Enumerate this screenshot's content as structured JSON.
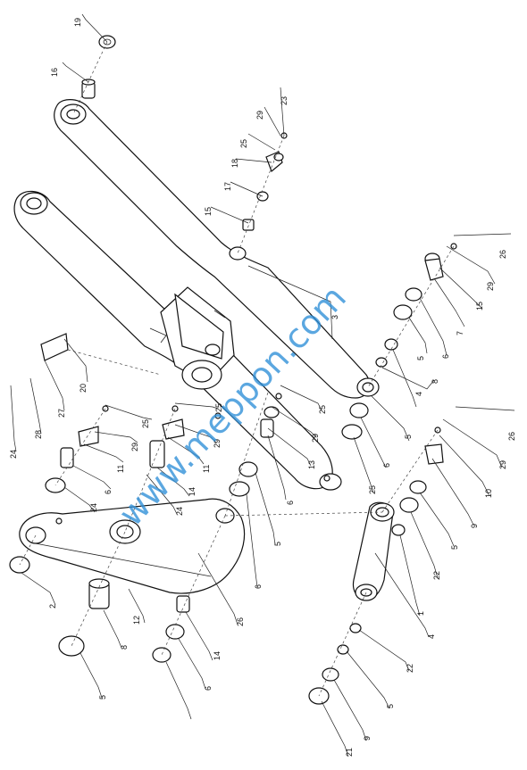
{
  "watermark": "www.meppon.com",
  "callouts": [
    {
      "id": "19",
      "text": "19"
    },
    {
      "id": "16a",
      "text": "16"
    },
    {
      "id": "23",
      "text": "23"
    },
    {
      "id": "29a",
      "text": "29"
    },
    {
      "id": "25a",
      "text": "25"
    },
    {
      "id": "18",
      "text": "18"
    },
    {
      "id": "17",
      "text": "17"
    },
    {
      "id": "15a",
      "text": "15"
    },
    {
      "id": "3",
      "text": "3"
    },
    {
      "id": "26a",
      "text": "26"
    },
    {
      "id": "29b",
      "text": "29"
    },
    {
      "id": "15b",
      "text": "15"
    },
    {
      "id": "7",
      "text": "7"
    },
    {
      "id": "6a",
      "text": "6"
    },
    {
      "id": "5a",
      "text": "5"
    },
    {
      "id": "4a",
      "text": "4"
    },
    {
      "id": "8a",
      "text": "8"
    },
    {
      "id": "5b",
      "text": "5"
    },
    {
      "id": "6b",
      "text": "6"
    },
    {
      "id": "25b",
      "text": "25"
    },
    {
      "id": "26b",
      "text": "26"
    },
    {
      "id": "29c",
      "text": "29"
    },
    {
      "id": "10",
      "text": "10"
    },
    {
      "id": "9a",
      "text": "9"
    },
    {
      "id": "5c",
      "text": "5"
    },
    {
      "id": "22a",
      "text": "22"
    },
    {
      "id": "1",
      "text": "1"
    },
    {
      "id": "4b",
      "text": "4"
    },
    {
      "id": "22b",
      "text": "22"
    },
    {
      "id": "5d",
      "text": "5"
    },
    {
      "id": "9b",
      "text": "9"
    },
    {
      "id": "21",
      "text": "21"
    },
    {
      "id": "20",
      "text": "20"
    },
    {
      "id": "27",
      "text": "27"
    },
    {
      "id": "28",
      "text": "28"
    },
    {
      "id": "24a",
      "text": "24"
    },
    {
      "id": "25c",
      "text": "25"
    },
    {
      "id": "29d",
      "text": "29"
    },
    {
      "id": "11a",
      "text": "11"
    },
    {
      "id": "6c",
      "text": "6"
    },
    {
      "id": "24b",
      "text": "24"
    },
    {
      "id": "25d",
      "text": "25"
    },
    {
      "id": "29e",
      "text": "29"
    },
    {
      "id": "13",
      "text": "13"
    },
    {
      "id": "14a",
      "text": "14"
    },
    {
      "id": "24c",
      "text": "24"
    },
    {
      "id": "25e",
      "text": "25"
    },
    {
      "id": "29f",
      "text": "29"
    },
    {
      "id": "11b",
      "text": "11"
    },
    {
      "id": "6d",
      "text": "6"
    },
    {
      "id": "5e",
      "text": "5"
    },
    {
      "id": "6e",
      "text": "6"
    },
    {
      "id": "2",
      "text": "2"
    },
    {
      "id": "26c",
      "text": "26"
    },
    {
      "id": "12",
      "text": "12"
    },
    {
      "id": "8b",
      "text": "8"
    },
    {
      "id": "14b",
      "text": "14"
    },
    {
      "id": "5f",
      "text": "5"
    },
    {
      "id": "6f",
      "text": "6"
    }
  ]
}
